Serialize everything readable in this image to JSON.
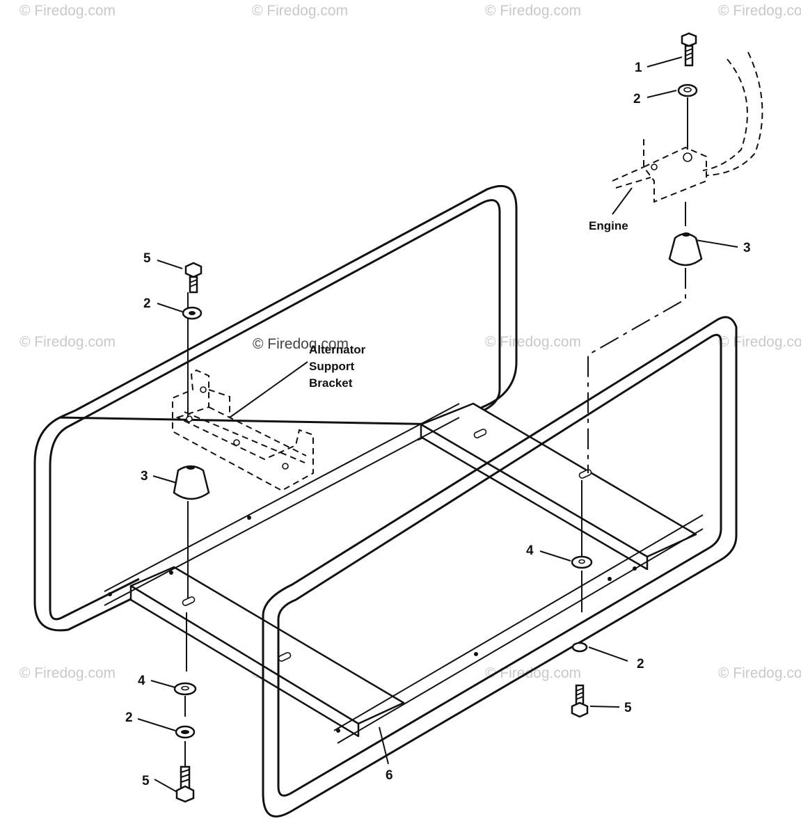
{
  "watermark": {
    "text": "© Firedog.com",
    "visible_text": "© Firedog.com"
  },
  "labels": {
    "engine": "Engine",
    "bracket_line1": "Alternator",
    "bracket_line2": "Support",
    "bracket_line3": "Bracket"
  },
  "callouts": [
    {
      "number": "1",
      "part": "bolt"
    },
    {
      "number": "2",
      "part": "lock washer"
    },
    {
      "number": "3",
      "part": "rubber mount"
    },
    {
      "number": "4",
      "part": "flat washer"
    },
    {
      "number": "5",
      "part": "bolt"
    },
    {
      "number": "6",
      "part": "frame"
    }
  ],
  "colors": {
    "line": "#111111",
    "watermark": "#c9c9c9",
    "background": "#ffffff"
  }
}
